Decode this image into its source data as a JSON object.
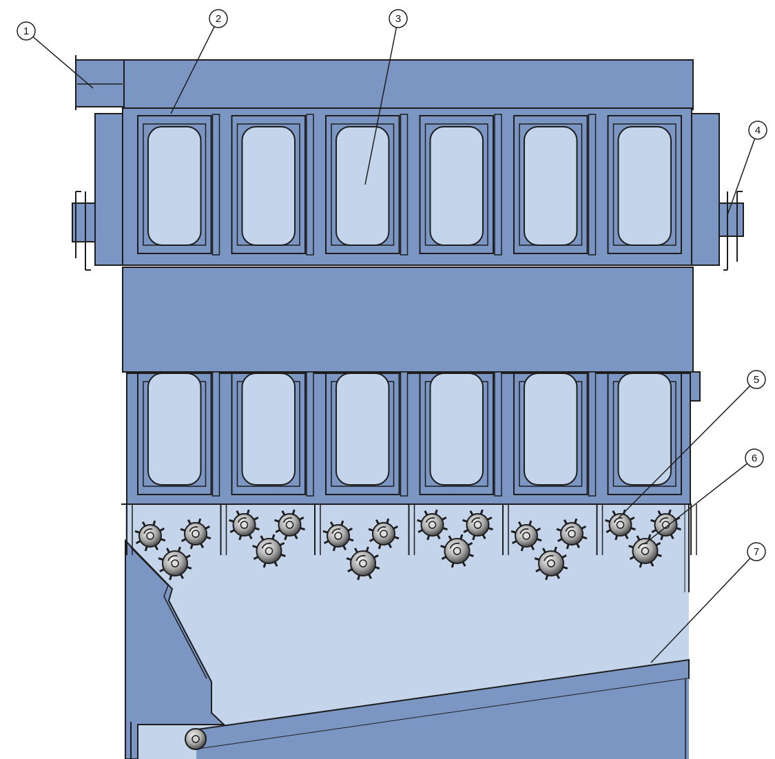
{
  "colors": {
    "body": "#7b96c2",
    "window": "#c4d4ea",
    "outline": "#1d1d1d",
    "roller_light": "#eeeeee",
    "roller_dark": "#444444",
    "background": "#ffffff"
  },
  "callouts": [
    {
      "label": "1",
      "icon": "numbered-circle-icon"
    },
    {
      "label": "2",
      "icon": "numbered-circle-icon"
    },
    {
      "label": "3",
      "icon": "numbered-circle-icon"
    },
    {
      "label": "4",
      "icon": "numbered-circle-icon"
    },
    {
      "label": "5",
      "icon": "numbered-circle-icon"
    },
    {
      "label": "6",
      "icon": "numbered-circle-icon"
    },
    {
      "label": "7",
      "icon": "numbered-circle-icon"
    }
  ],
  "upper_cells": 6,
  "lower_cells": 6,
  "roller_groups": 6,
  "rollers_per_group": 3
}
